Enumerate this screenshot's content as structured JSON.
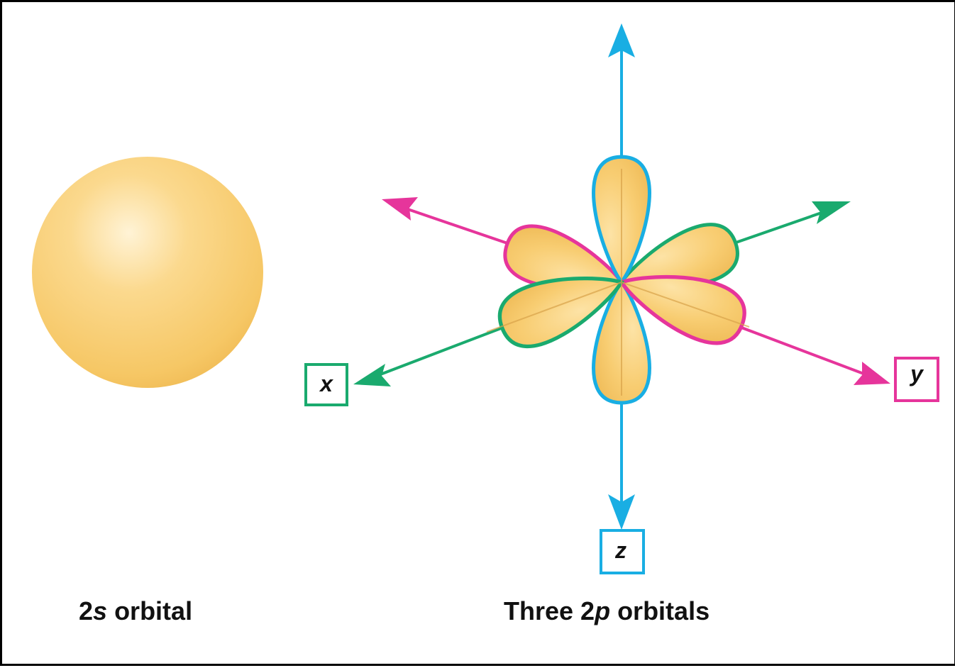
{
  "colors": {
    "orbital_fill": "#f7c96a",
    "x_axis": "#1aaa6e",
    "y_axis": "#e6359b",
    "z_axis": "#19aee3"
  },
  "axes": {
    "x": "x",
    "y": "y",
    "z": "z"
  },
  "captions": {
    "s_number": "2",
    "s_letter": "s",
    "s_rest": " orbital",
    "p_prefix": "Three 2",
    "p_letter": "p",
    "p_rest": " orbitals"
  }
}
